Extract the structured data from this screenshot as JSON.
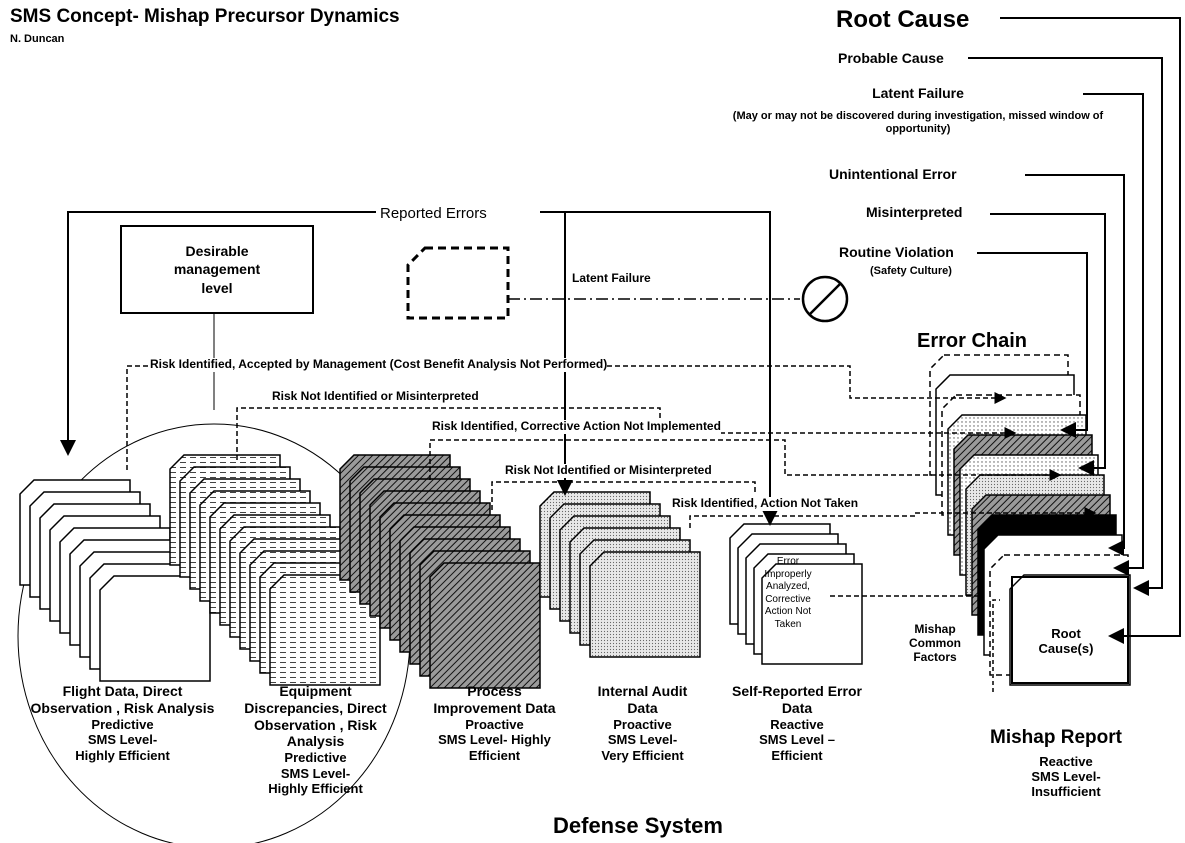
{
  "title": "SMS Concept- Mishap Precursor Dynamics",
  "author": "N. Duncan",
  "root_cause_title": "Root Cause",
  "hierarchy": [
    {
      "label": "Probable Cause"
    },
    {
      "label": "Latent Failure",
      "note": "(May or may not be discovered during investigation, missed window of opportunity)"
    },
    {
      "label": "Unintentional Error"
    },
    {
      "label": "Misinterpreted"
    },
    {
      "label": "Routine Violation",
      "note": "(Safety Culture)"
    }
  ],
  "reported_errors": "Reported Errors",
  "management_box": "Desirable\nmanagement\nlevel",
  "latent_failure_label": "Latent Failure",
  "risk_paths": [
    "Risk Identified, Accepted by Management (Cost Benefit Analysis Not Performed)",
    "Risk Not Identified or Misinterpreted",
    "Risk Identified, Corrective Action Not Implemented",
    "Risk Not Identified or Misinterpreted",
    "Risk Identified, Action Not Taken"
  ],
  "error_chain_title": "Error Chain",
  "self_report_note": "Error Improperly Analyzed, Corrective Action Not Taken",
  "mishap_common_factors": "Mishap Common Factors",
  "root_cause_box": "Root Cause(s)",
  "categories": [
    {
      "name": "Flight Data, Direct Observation , Risk Analysis",
      "type": "Predictive",
      "level": "SMS Level- Highly Efficient"
    },
    {
      "name": "Equipment Discrepancies, Direct Observation , Risk Analysis",
      "type": "Predictive",
      "level": "SMS Level- Highly Efficient"
    },
    {
      "name": "Process Improvement Data",
      "type": "Proactive",
      "level": "SMS Level- Highly Efficient"
    },
    {
      "name": "Internal Audit Data",
      "type": "Proactive",
      "level": "SMS Level- Very Efficient"
    },
    {
      "name": "Self-Reported Error Data",
      "type": "Reactive",
      "level": "SMS Level – Efficient"
    }
  ],
  "mishap_report": {
    "title": "Mishap Report",
    "type": "Reactive",
    "level": "SMS Level- Insufficient"
  },
  "footer": "Defense System"
}
